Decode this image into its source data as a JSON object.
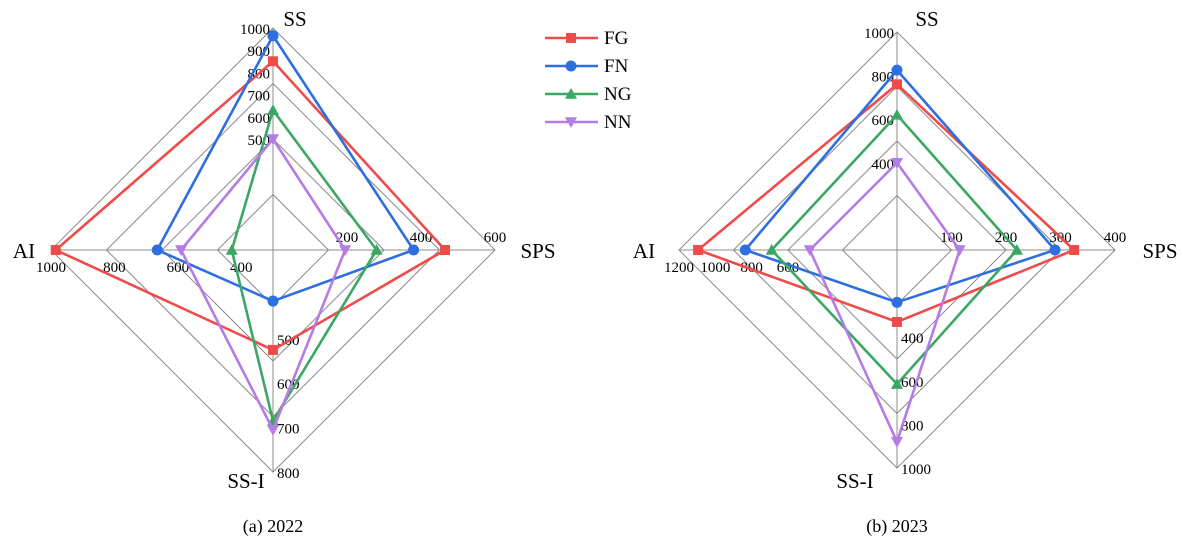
{
  "colors": {
    "FG": "#f04b4b",
    "FN": "#2d6fe0",
    "NG": "#3aa864",
    "NN": "#b57be6"
  },
  "legend": [
    {
      "key": "FG",
      "label": "FG",
      "marker": "square"
    },
    {
      "key": "FN",
      "label": "FN",
      "marker": "circle"
    },
    {
      "key": "NG",
      "label": "NG",
      "marker": "triangle-up"
    },
    {
      "key": "NN",
      "label": "NN",
      "marker": "triangle-down"
    }
  ],
  "chart_data": [
    {
      "type": "radar",
      "caption": "(a) 2022",
      "axes": [
        {
          "name": "SS",
          "min": 0,
          "max": 1000,
          "ticks": [
            "500",
            "600",
            "700",
            "800",
            "900",
            "1000"
          ]
        },
        {
          "name": "SPS",
          "min": 0,
          "max": 600,
          "ticks": [
            "200",
            "400",
            "600"
          ]
        },
        {
          "name": "SS-I",
          "min": 300,
          "max": 800,
          "ticks": [
            "500",
            "600",
            "700",
            "800"
          ]
        },
        {
          "name": "AI",
          "min": 300,
          "max": 1000,
          "ticks": [
            "400",
            "600",
            "800",
            "1000"
          ]
        }
      ],
      "series": [
        {
          "name": "FG",
          "values": [
            850,
            465,
            525,
            985
          ]
        },
        {
          "name": "FN",
          "values": [
            965,
            380,
            415,
            665
          ]
        },
        {
          "name": "NG",
          "values": [
            630,
            280,
            685,
            430
          ]
        },
        {
          "name": "NN",
          "values": [
            500,
            195,
            705,
            590
          ]
        }
      ]
    },
    {
      "type": "radar",
      "caption": "(b) 2023",
      "axes": [
        {
          "name": "SS",
          "min": 0,
          "max": 1000,
          "ticks": [
            "400",
            "600",
            "800",
            "1000"
          ]
        },
        {
          "name": "SPS",
          "min": 0,
          "max": 400,
          "ticks": [
            "100",
            "200",
            "300",
            "400"
          ]
        },
        {
          "name": "SS-I",
          "min": 0,
          "max": 1000,
          "ticks": [
            "400",
            "600",
            "800",
            "1000"
          ]
        },
        {
          "name": "AI",
          "min": 0,
          "max": 1200,
          "ticks": [
            "600",
            "800",
            "1000",
            "1200"
          ]
        }
      ],
      "series": [
        {
          "name": "FG",
          "values": [
            760,
            325,
            330,
            1095
          ]
        },
        {
          "name": "FN",
          "values": [
            825,
            290,
            240,
            835
          ]
        },
        {
          "name": "NG",
          "values": [
            620,
            220,
            615,
            690
          ]
        },
        {
          "name": "NN",
          "values": [
            400,
            115,
            880,
            480
          ]
        }
      ]
    }
  ]
}
